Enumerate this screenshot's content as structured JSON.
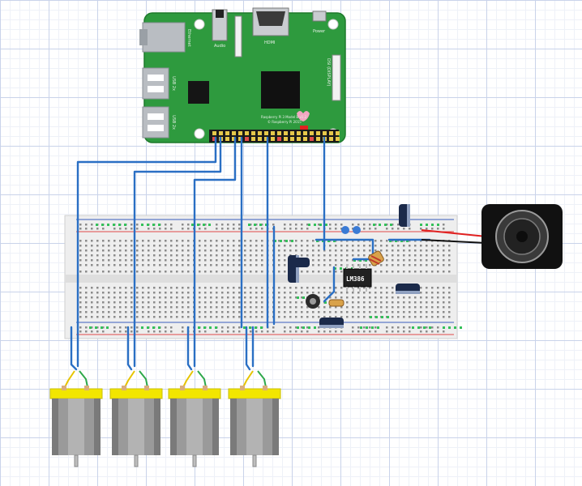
{
  "board": {
    "ethernet": "Ethernet",
    "audio": "Audio",
    "hdmi": "HDMI",
    "power": "Power",
    "usb1": "USB 2x",
    "usb2": "USB 2x",
    "dsi": "DSI (DISPLAY)",
    "copyright": "© Raspberry Pi 2015",
    "model": "Raspberry Pi 3 Model B v1.2"
  },
  "amp_ic": {
    "label": "LM386"
  },
  "colors": {
    "wire": "#2a6fc4",
    "pcb": "#2e9a3e",
    "motor_cap": "#f2e600",
    "capacitor": "#1b2a4a",
    "speaker": "#111111"
  }
}
